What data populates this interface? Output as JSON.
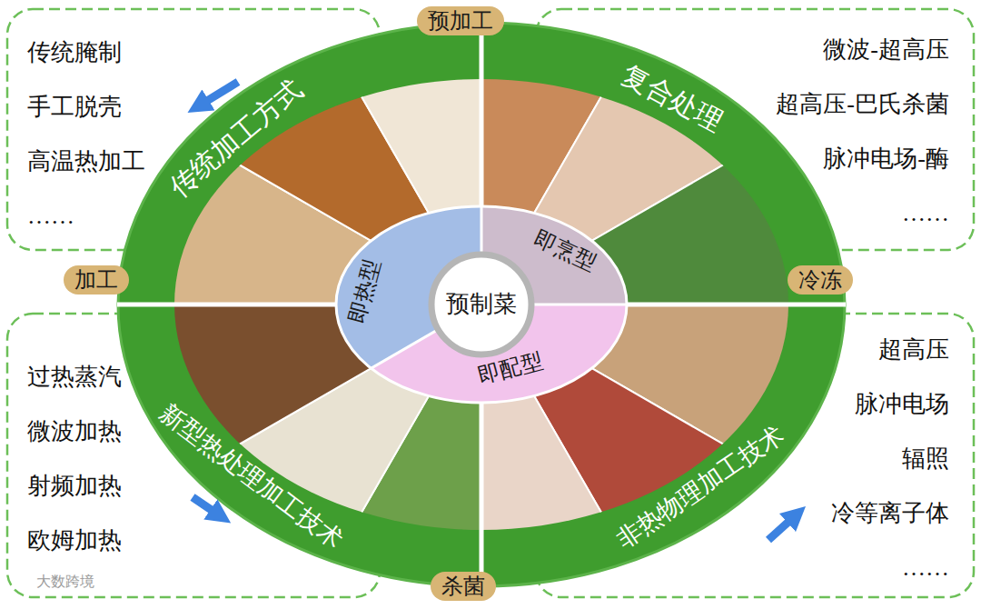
{
  "diagram": {
    "nodes": [
      {
        "text": [
          "预加工"
        ]
      },
      {
        "text": [
          "传统腌制",
          "手工脱壳",
          "高温热加工",
          "……"
        ]
      },
      {
        "text": [
          "微波-超高压",
          "超高压-巴氏杀菌",
          "脉冲电场-酶",
          "……"
        ]
      },
      {
        "text": [
          "传统加工方式"
        ]
      },
      {
        "text": [
          "复合处理"
        ]
      },
      {
        "text": [
          "预制菜"
        ]
      },
      {
        "text": [
          "即热型"
        ]
      },
      {
        "text": [
          "即烹型"
        ]
      },
      {
        "text": [
          "加工"
        ]
      },
      {
        "text": [
          "冷冻"
        ]
      },
      {
        "text": [
          "即配型"
        ]
      },
      {
        "text": [
          "新型热处理加工技术"
        ]
      },
      {
        "text": [
          "非热物理加工技术"
        ]
      },
      {
        "text": [
          "过热蒸汽",
          "微波加热",
          "射频加热",
          "欧姆加热"
        ]
      },
      {
        "text": [
          "超高压",
          "脉冲电场",
          "辐照",
          "冷等离子体",
          "……"
        ]
      },
      {
        "text": [
          "杀菌"
        ]
      }
    ],
    "labels": [
      "大数跨境"
    ]
  }
}
